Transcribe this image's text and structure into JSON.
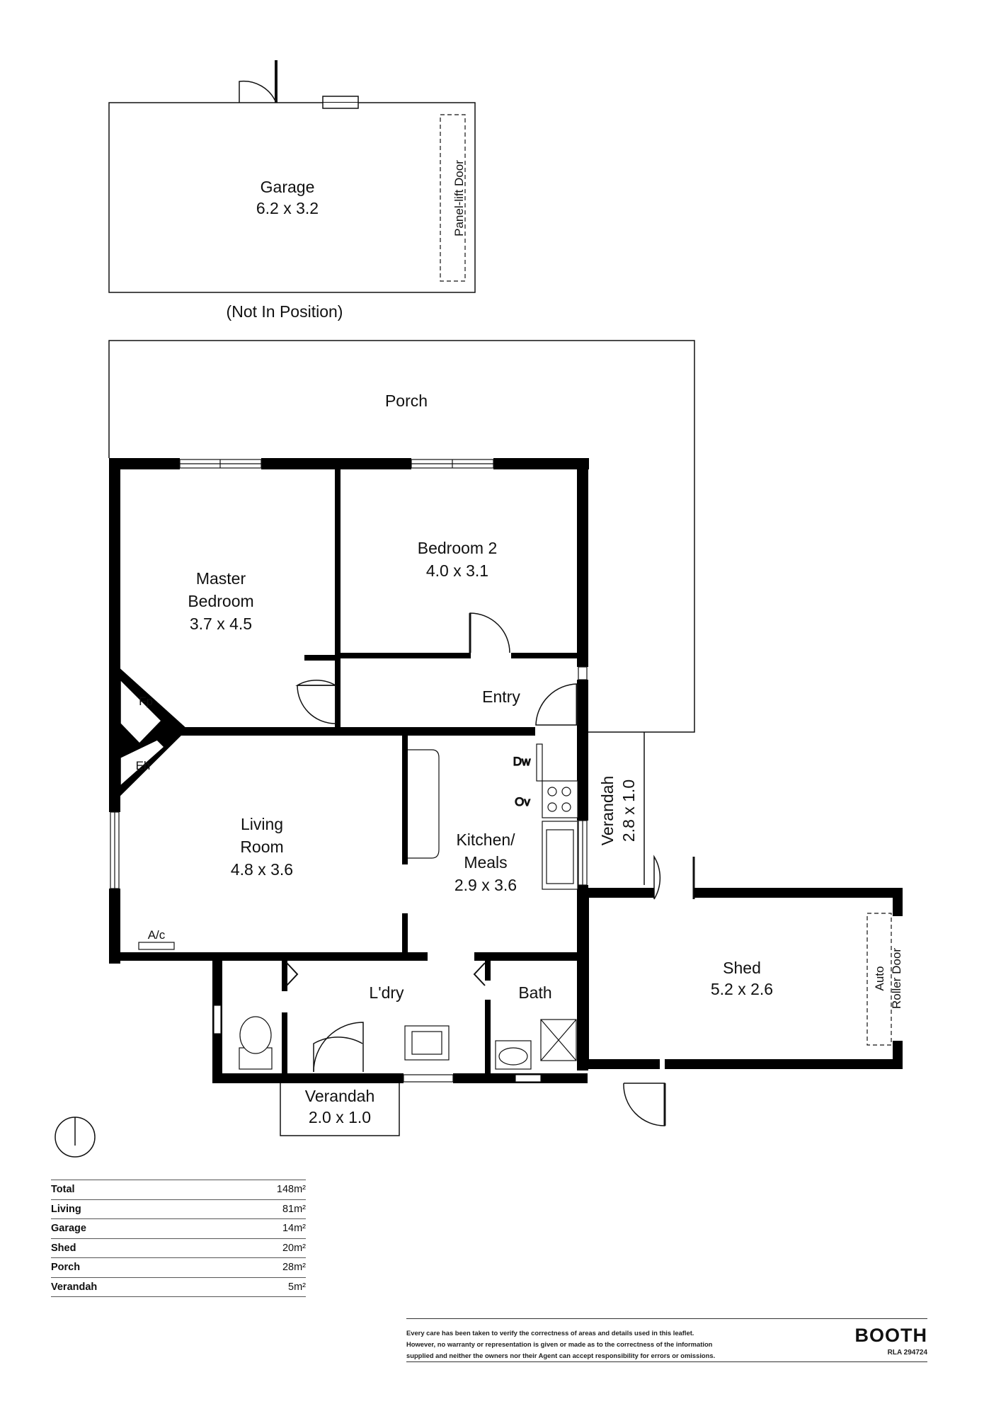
{
  "rooms": {
    "garage": {
      "name": "Garage",
      "dims": "6.2 x 3.2"
    },
    "garage_note": "(Not In Position)",
    "panel_lift_door": "Panel-lift Door",
    "porch": {
      "name": "Porch"
    },
    "master_bedroom": {
      "name_line1": "Master",
      "name_line2": "Bedroom",
      "dims": "3.7 x 4.5"
    },
    "bedroom2": {
      "name": "Bedroom 2",
      "dims": "4.0 x 3.1"
    },
    "entry": {
      "name": "Entry"
    },
    "living_room": {
      "name_line1": "Living",
      "name_line2": "Room",
      "dims": "4.8 x 3.6"
    },
    "kitchen": {
      "name_line1": "Kitchen/",
      "name_line2": "Meals",
      "dims": "2.9 x 3.6"
    },
    "verandah_side": {
      "name": "Verandah",
      "dims": "2.8 x 1.0"
    },
    "shed": {
      "name": "Shed",
      "dims": "5.2 x 2.6"
    },
    "auto_roller_door_line1": "Auto",
    "auto_roller_door_line2": "Roller Door",
    "laundry": {
      "name": "L'dry"
    },
    "bath": {
      "name": "Bath"
    },
    "verandah_rear": {
      "name": "Verandah",
      "dims": "2.0 x 1.0"
    }
  },
  "fixtures": {
    "fireplace": "Fp",
    "heater": "Eh",
    "aircon": "A/c",
    "dishwasher": "Dw",
    "oven": "Ov"
  },
  "areas": [
    {
      "label": "Total",
      "value": "148m²"
    },
    {
      "label": "Living",
      "value": "81m²"
    },
    {
      "label": "Garage",
      "value": "14m²"
    },
    {
      "label": "Shed",
      "value": "20m²"
    },
    {
      "label": "Porch",
      "value": "28m²"
    },
    {
      "label": "Verandah",
      "value": "5m²"
    }
  ],
  "footer": {
    "disclaimer_line1": "Every care has been taken to verify the correctness of areas and details used in this leaflet.",
    "disclaimer_line2": "However, no warranty or representation is given or made as to the correctness of the information",
    "disclaimer_line3": "supplied and neither the owners nor their Agent can accept responsibility for errors or omissions.",
    "brand": "BOOTH",
    "rla": "RLA 294724"
  },
  "colors": {
    "wall": "#000000",
    "line": "#111111",
    "background": "#ffffff"
  }
}
